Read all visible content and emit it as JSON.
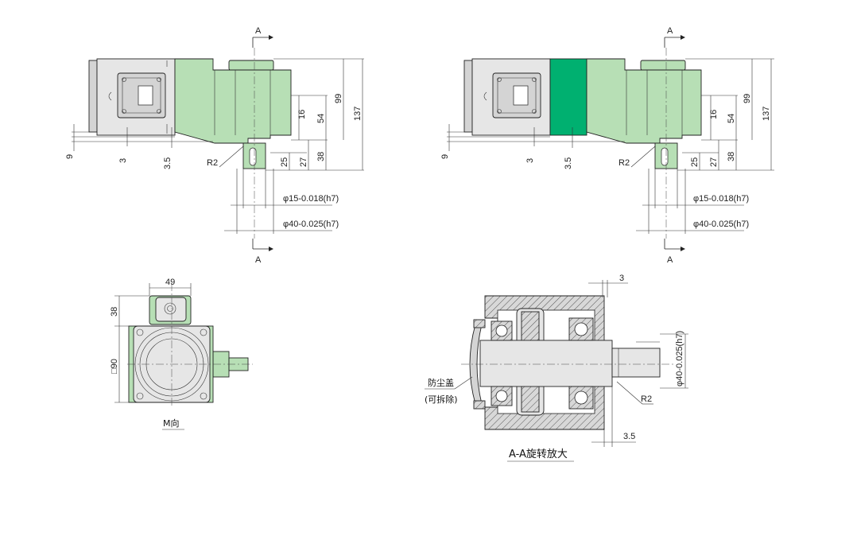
{
  "colors": {
    "gear_green": "#b7dfb5",
    "spacer_green": "#00b070",
    "motor_gray": "#e6e6e6"
  },
  "views": {
    "left_front": {
      "section_mark_top": "A",
      "section_mark_bottom": "A",
      "dims": {
        "d9": "9",
        "d3": "3",
        "d35": "3.5",
        "r2": "R2",
        "d16": "16",
        "d54": "54",
        "d99": "99",
        "d137": "137",
        "d25": "25",
        "d27": "27",
        "d38": "38",
        "shaft_dia": "φ15-0.018(h7)",
        "boss_dia": "φ40-0.025(h7)"
      }
    },
    "right_front": {
      "section_mark_top": "A",
      "section_mark_bottom": "A",
      "dims": {
        "d9": "9",
        "d3": "3",
        "d35": "3.5",
        "r2": "R2",
        "d16": "16",
        "d54": "54",
        "d99": "99",
        "d137": "137",
        "d25": "25",
        "d27": "27",
        "d38": "38",
        "shaft_dia": "φ15-0.018(h7)",
        "boss_dia": "φ40-0.025(h7)"
      }
    },
    "m_view": {
      "caption": "M向",
      "dims": {
        "d49": "49",
        "d38": "38",
        "sq90": "□90"
      }
    },
    "section_view": {
      "caption": "A-A旋转放大",
      "dust_cover": "防尘盖",
      "removable": "(可拆除)",
      "dims": {
        "d3": "3",
        "d35": "3.5",
        "r2": "R2",
        "boss_dia": "φ40-0.025(h7)"
      }
    }
  }
}
